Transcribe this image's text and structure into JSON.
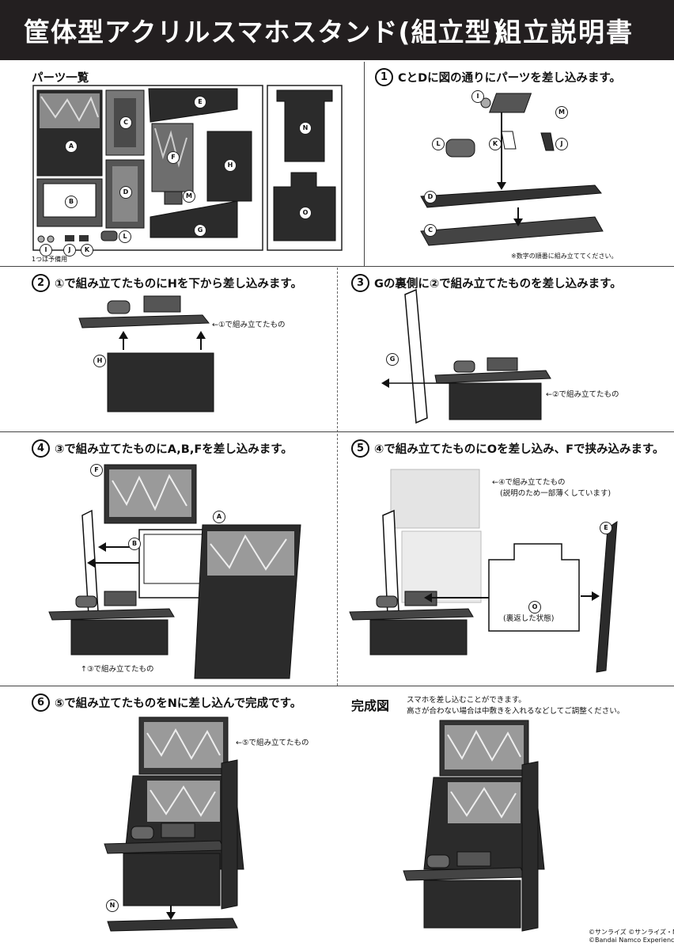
{
  "header": {
    "title": "筐体型アクリルスマホスタンド(組立型)",
    "subtitle": "組立説明書"
  },
  "parts": {
    "heading": "パーツ一覧",
    "spare_note": "1つは予備用",
    "labels": [
      "A",
      "B",
      "C",
      "D",
      "E",
      "F",
      "G",
      "H",
      "I",
      "J",
      "K",
      "L",
      "M",
      "N",
      "O"
    ]
  },
  "steps": [
    {
      "number": "1",
      "title": "CとDに図の通りにパーツを差し込みます。",
      "note": "※数字の順番に組み立ててください。"
    },
    {
      "number": "2",
      "title": "①で組み立てたものにHを下から差し込みます。",
      "note": "←①で組み立てたもの"
    },
    {
      "number": "3",
      "title": "Gの裏側に②で組み立てたものを差し込みます。",
      "note": "←②で組み立てたもの"
    },
    {
      "number": "4",
      "title": "③で組み立てたものにA,B,Fを差し込みます。",
      "note": "↑③で組み立てたもの"
    },
    {
      "number": "5",
      "title": "④で組み立てたものにOを差し込み、Fで挟み込みます。",
      "note": "←④で組み立てたもの",
      "note2": "(説明のため一部薄くしています)",
      "o_note": "(裏返した状態)"
    },
    {
      "number": "6",
      "title": "⑤で組み立てたものをNに差し込んで完成です。",
      "note": "←⑤で組み立てたもの"
    }
  ],
  "completed": {
    "title": "完成図",
    "text1": "スマホを差し込むことができます。",
    "text2": "高さが合わない場合は中敷きを入れるなどしてご調整ください。"
  },
  "copyright": {
    "line1": "©サンライズ ©サンライズ・MBS",
    "line2": "©Bandai Namco Experience Inc."
  },
  "colors": {
    "header_bg": "#231f20",
    "part_dark": "#2b2b2b",
    "part_mid": "#6e6e6e",
    "line": "#444444"
  }
}
